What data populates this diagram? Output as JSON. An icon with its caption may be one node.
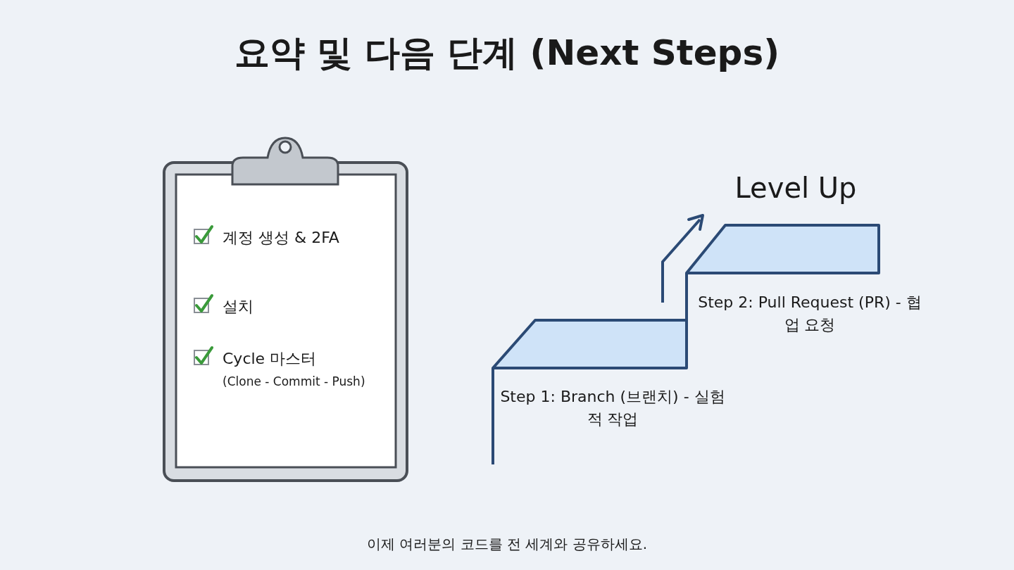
{
  "diagram": {
    "title": "요약 및 다음 단계 (Next Steps)",
    "caption": "이제 여러분의 코드를 전 세계와 공유하세요.",
    "labels": [
      "계정 생성 & 2FA",
      "설치",
      "Cycle 마스터",
      "(Clone - Commit - Push)",
      "Level Up",
      "Step 2: Pull Request (PR) - 협업 요청",
      "Step 1: Branch (브랜치) - 실험적 작업"
    ]
  }
}
